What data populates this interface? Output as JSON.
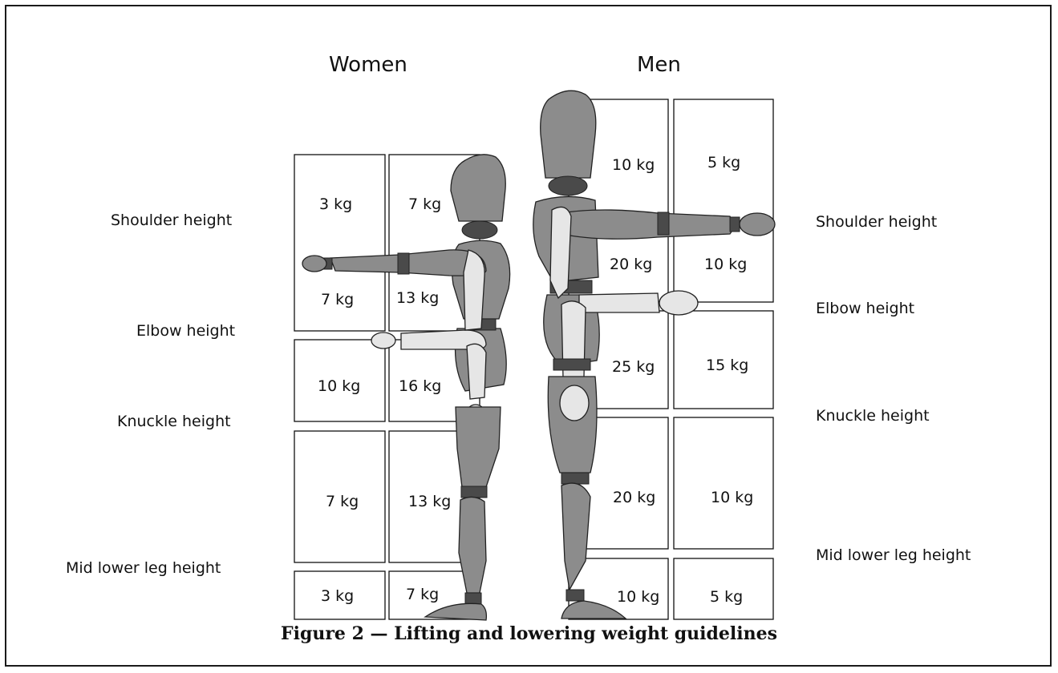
{
  "headers": {
    "women": "Women",
    "men": "Men"
  },
  "left_labels": {
    "shoulder": "Shoulder height",
    "elbow": "Elbow height",
    "knuckle": "Knuckle height",
    "mid_lower_leg": "Mid lower leg height"
  },
  "right_labels": {
    "shoulder": "Shoulder height",
    "elbow": "Elbow height",
    "knuckle": "Knuckle height",
    "mid_lower_leg": "Mid lower leg height"
  },
  "women_cells": {
    "c1": "3 kg",
    "c2": "7 kg",
    "c3": "7 kg",
    "c4": "13 kg",
    "c5": "10 kg",
    "c6": "16 kg",
    "c7": "7 kg",
    "c8": "13 kg",
    "c9": "3 kg",
    "c10": "7 kg"
  },
  "men_cells": {
    "c1": "10 kg",
    "c2": "5 kg",
    "c3": "20 kg",
    "c4": "10 kg",
    "c5": "25 kg",
    "c6": "15 kg",
    "c7": "20 kg",
    "c8": "10 kg",
    "c9": "10 kg",
    "c10": "5 kg"
  },
  "caption": "Figure 2 — Lifting and lowering weight guidelines"
}
